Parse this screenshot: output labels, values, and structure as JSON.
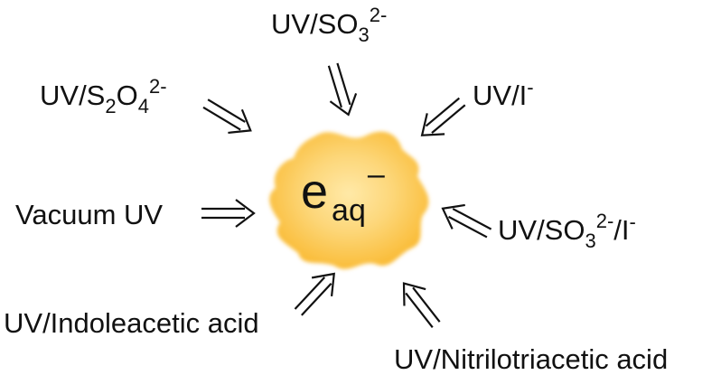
{
  "center": {
    "main": "e",
    "sub": "aq",
    "sup": "–",
    "blob_color_center": "#ffe9a8",
    "blob_color_edge": "#f9b82e"
  },
  "sources": {
    "sulfite": {
      "pre": "UV/SO",
      "sub": "3",
      "sup": "2-"
    },
    "dithionite": {
      "pre": "UV/S",
      "sub1": "2",
      "mid": "O",
      "sub2": "4",
      "sup": "2-"
    },
    "iodide": {
      "pre": "UV/I",
      "sup": "-"
    },
    "vacuum": {
      "text": "Vacuum UV"
    },
    "sulfite_iodide": {
      "pre": "UV/SO",
      "sub": "3",
      "sup": "2-",
      "mid": "/I",
      "sup2": "-"
    },
    "indoleacetic": {
      "text": "UV/Indoleacetic acid"
    },
    "nitrilotriacetic": {
      "text": "UV/Nitrilotriacetic acid"
    }
  }
}
